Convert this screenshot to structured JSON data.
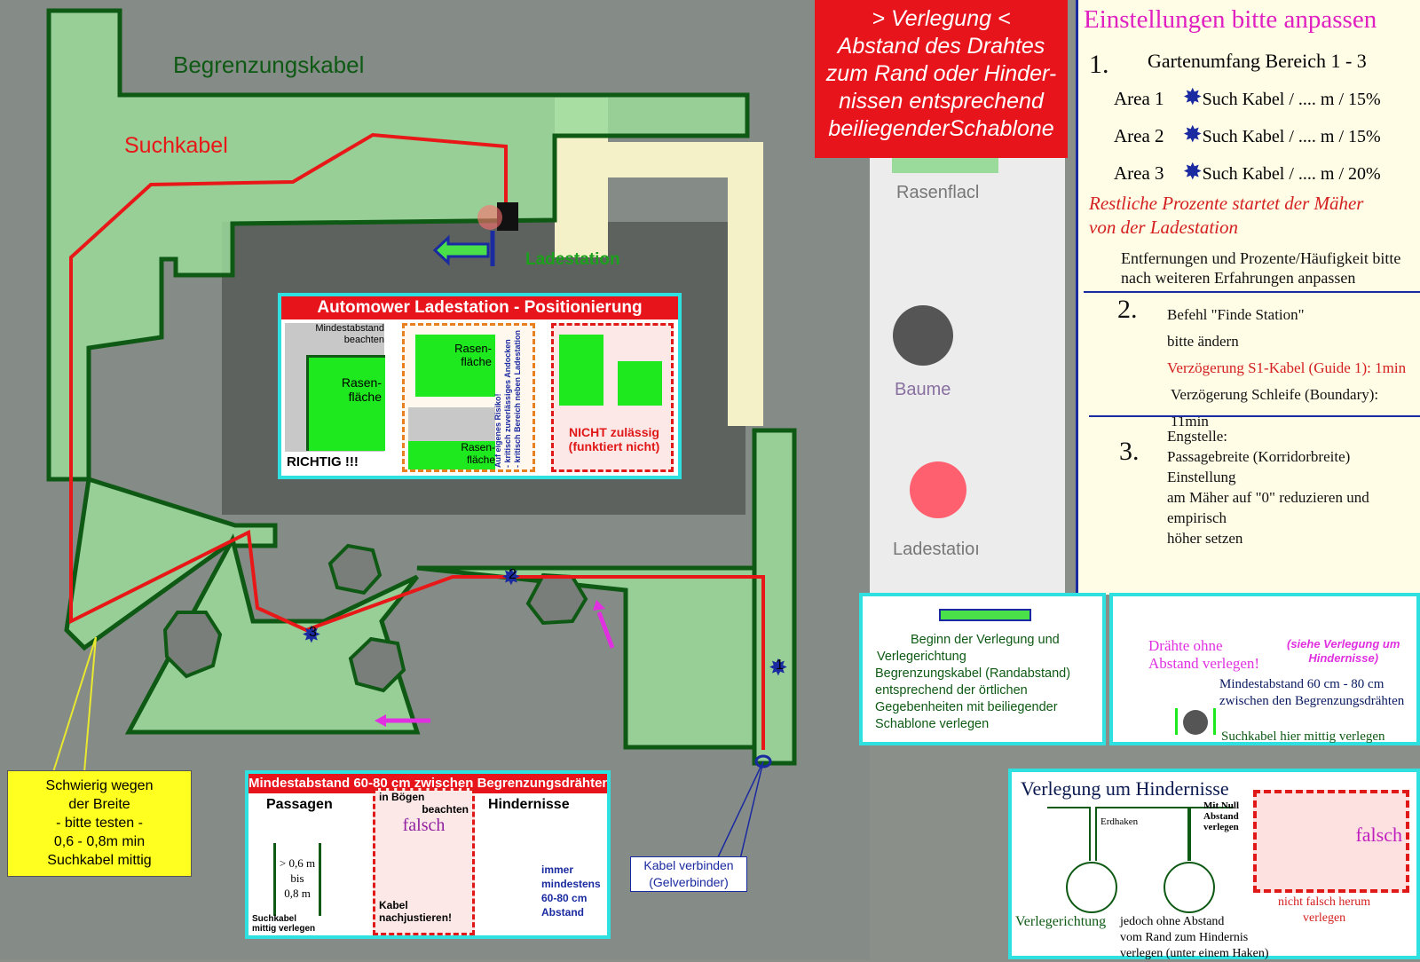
{
  "map": {
    "boundary_label": "Begrenzungskabel",
    "guide_label": "Suchkabel",
    "station_label": "Ladestation",
    "narrow_note": [
      "Schwierig wegen",
      "der Breite",
      "- bitte testen -",
      "0,6 - 0,8m min",
      "Suchkabel mittig"
    ],
    "connector_note": [
      "Kabel verbinden",
      "(Gelverbinder)"
    ],
    "markers": [
      "1",
      "2",
      "3"
    ],
    "colors": {
      "boundary": "#0e5a14",
      "guide": "#e81818",
      "lawn": "#98dc98",
      "arrow": "#e030e0"
    }
  },
  "legend": {
    "lawn": "Rasenflacl",
    "trees": "Baume",
    "station": "Ladestatioı"
  },
  "laying": {
    "lines": [
      "> Verlegung <",
      "Abstand des Drahtes",
      "zum Rand oder Hinder-",
      "nissen entsprechend",
      "beiliegenderSchablone"
    ]
  },
  "settings": {
    "title": "Einstellungen bitte anpassen",
    "s1": {
      "num": "1.",
      "heading": "Gartenumfang Bereich 1 - 3",
      "areas": [
        {
          "label": "Area 1",
          "n": "1",
          "text": "Such Kabel / .... m / 15%"
        },
        {
          "label": "Area 2",
          "n": "2",
          "text": "Such Kabel / .... m / 15%"
        },
        {
          "label": "Area 3",
          "n": "3",
          "text": "Such Kabel / .... m / 20%"
        }
      ],
      "rest": [
        "Restliche Prozente  startet der Mäher",
        "von der Ladestation"
      ],
      "note": [
        "Entfernungen und Prozente/Häufigkeit bitte",
        "nach weiteren Erfahrungen anpassen"
      ]
    },
    "s2": {
      "num": "2.",
      "l1": "Befehl \"Finde Station\"",
      "l2": "bitte ändern",
      "l3": "Verzögerung S1-Kabel (Guide 1): 1min",
      "l4": "Verzögerung Schleife (Boundary): 11min"
    },
    "s3": {
      "num": "3.",
      "l1": "Engstelle:",
      "l2": "Passagebreite (Korridorbreite) Einstellung",
      "l3": "am Mäher auf \"0\" reduzieren und empirisch",
      "l4": "höher setzen"
    }
  },
  "station_panel": {
    "title": "Automower Ladestation - Positionierung",
    "min_dist": [
      "Mindestabstand",
      "beachten"
    ],
    "lawn": [
      "Rasen-",
      "fläche"
    ],
    "correct": "RICHTIG !!!",
    "risk": [
      "Auf eigenes Risiko!",
      "- kritisch zuverlässiges Andocken",
      "- kritisch Bereich neben Ladestation"
    ],
    "not_allowed": [
      "NICHT zulässig",
      "(funktiert nicht)"
    ]
  },
  "distance_panel": {
    "title": "Mindestabstand 60-80 cm zwischen Begrenzungsdrähten",
    "passages": "Passagen",
    "width": [
      "> 0,6 m",
      "bis",
      "0,8 m"
    ],
    "guide_center": [
      "Suchkabel",
      "mittig verlegen"
    ],
    "curves": [
      "in Bögen",
      "beachten"
    ],
    "wrong": "falsch",
    "readjust": [
      "Kabel",
      "nachjustieren!"
    ],
    "obstacles": "Hindernisse",
    "always": [
      "immer",
      "mindestens",
      "60-80 cm",
      "Abstand"
    ]
  },
  "start_panel": {
    "lines": [
      "Beginn der Verlegung und",
      "Verlegerichtung",
      "Begrenzungskabel (Randabstand)",
      "entsprechend der örtlichen",
      "Gegebenheiten mit beiliegender",
      "Schablone verlegen"
    ]
  },
  "wires_panel": {
    "l1": "Drähte ohne",
    "l2": "Abstand verlegen!",
    "ref": [
      "(siehe Verlegung um",
      "Hindernisse)"
    ],
    "min": [
      "Mindestabstand 60 cm - 80 cm",
      "zwischen den Begrenzungsdrähten"
    ],
    "guide": "Suchkabel hier mittig verlegen"
  },
  "obstacle_panel": {
    "title": "Verlegung um Hindernisse",
    "direction": "Verlegerichtung",
    "hooks": "Erdhaken",
    "zero": [
      "Mit Null",
      "Abstand",
      "verlegen"
    ],
    "without": [
      "jedoch ohne Abstand",
      "vom Rand zum Hindernis",
      "verlegen (unter einem Haken)"
    ],
    "wrong": "falsch",
    "not_wrong": [
      "nicht falsch herum",
      "verlegen"
    ]
  }
}
